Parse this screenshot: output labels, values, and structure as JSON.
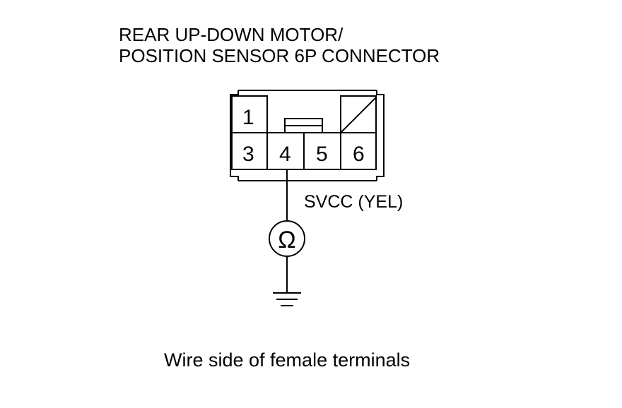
{
  "title_line1": "REAR UP-DOWN MOTOR/",
  "title_line2": "POSITION SENSOR 6P CONNECTOR",
  "terminals": {
    "t1": "1",
    "t3": "3",
    "t4": "4",
    "t5": "5",
    "t6": "6"
  },
  "wire_label": "SVCC (YEL)",
  "meter_symbol": "Ω",
  "meter_icon": "ohmmeter-icon",
  "ground_icon": "ground-icon",
  "caption": "Wire side of female terminals"
}
